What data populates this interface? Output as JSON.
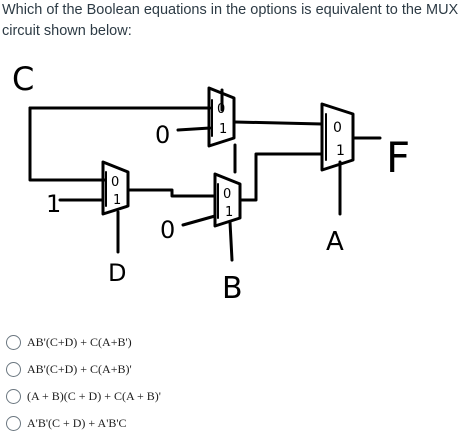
{
  "question": {
    "text": "Which of the Boolean equations in the options is equivalent to the MUX circuit shown below:"
  },
  "circuit": {
    "labels": {
      "c": "C",
      "one": "1",
      "zero_top": "0",
      "zero_mid": "0",
      "d": "D",
      "b": "B",
      "a": "A",
      "f": "F"
    },
    "mux_pins": {
      "zero": "0",
      "one": "1"
    },
    "ink_color": "#000000"
  },
  "options": [
    {
      "label": "AB'(C+D) + C(A+B')"
    },
    {
      "label": "AB'(C+D) + C(A+B)'"
    },
    {
      "label": "(A + B)(C + D) + C(A + B)'"
    },
    {
      "label": "A'B'(C + D) + A'B'C"
    }
  ]
}
